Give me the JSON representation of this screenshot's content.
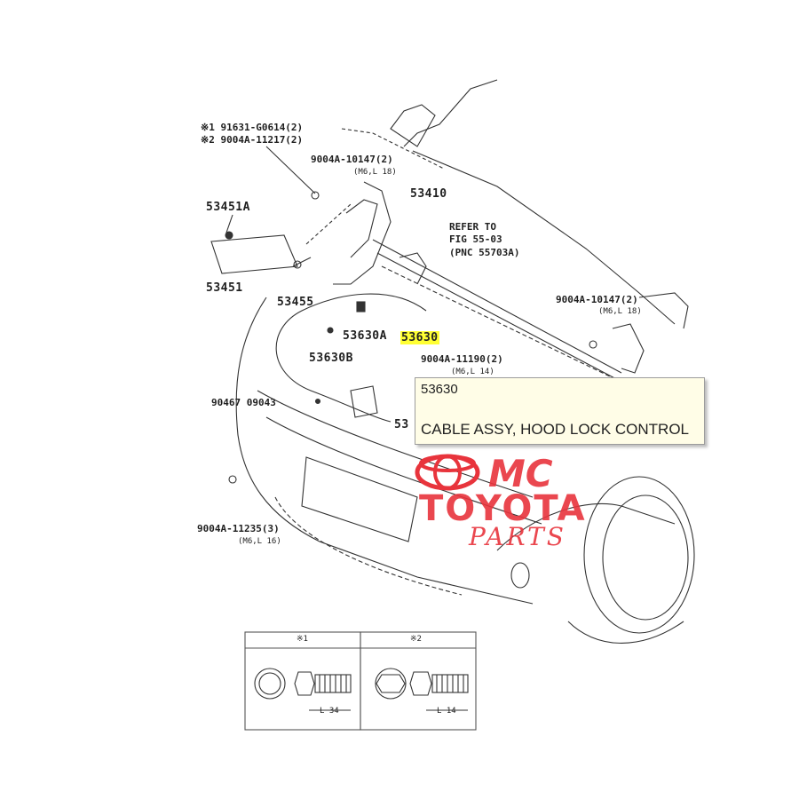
{
  "labels": {
    "note1": "※1 91631-G0614(2)",
    "note2": "※2 9004A-11217(2)",
    "p9004A_10147_top": "9004A-10147(2)",
    "p9004A_10147_top_size": "(M6,L 18)",
    "p53410": "53410",
    "refer1": "REFER TO",
    "refer2": "FIG 55-03",
    "refer3": "(PNC 55703A)",
    "p53451A": "53451A",
    "p53451": "53451",
    "p53455": "53455",
    "p9004A_10147_right": "9004A-10147(2)",
    "p9004A_10147_right_size": "(M6,L 18)",
    "p53630A": "53630A",
    "p53630": "53630",
    "p53630B": "53630B",
    "p9004A_11190": "9004A-11190(2)",
    "p9004A_11190_size": "(M6,L 14)",
    "p90467": "90467 09043",
    "p53_partial": "53",
    "p9004A_11235": "9004A-11235(3)",
    "p9004A_11235_size": "(M6,L 16)",
    "box1_head": "※1",
    "box2_head": "※2",
    "box1_len": "L 34",
    "box2_len": "L 14"
  },
  "tooltip": {
    "code": "53630",
    "description": "CABLE ASSY, HOOD LOCK CONTROL"
  },
  "watermark": {
    "line1": "MC",
    "line2": "TOYOTA",
    "line3": "PARTS",
    "color": "#e8343c"
  },
  "highlight_color": "#ffff33"
}
